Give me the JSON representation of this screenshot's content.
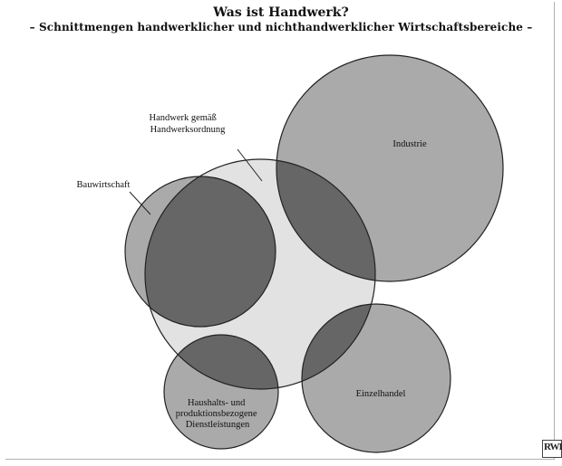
{
  "header": {
    "title": "Was ist Handwerk?",
    "subtitle": "– Schnittmengen handwerklicher und nichthandwerklicher Wirtschaftsbereiche –"
  },
  "diagram": {
    "sets": [
      {
        "id": "handwerk",
        "label_lines": [
          "Handwerk gemäß",
          "Handwerksordnung"
        ]
      },
      {
        "id": "industrie",
        "label_lines": [
          "Industrie"
        ]
      },
      {
        "id": "bauwirtschaft",
        "label_lines": [
          "Bauwirtschaft"
        ]
      },
      {
        "id": "dienstleistungen",
        "label_lines": [
          "Haushalts- und",
          "produktionsbezogene",
          "Dienstleistungen"
        ]
      },
      {
        "id": "einzelhandel",
        "label_lines": [
          "Einzelhandel"
        ]
      }
    ],
    "colors": {
      "outer_fill": "#aaaaaa",
      "handwerk_fill": "#e2e2e2",
      "overlap_fill": "#666666",
      "stroke": "#222222"
    }
  },
  "logo": {
    "text": "RWI"
  }
}
